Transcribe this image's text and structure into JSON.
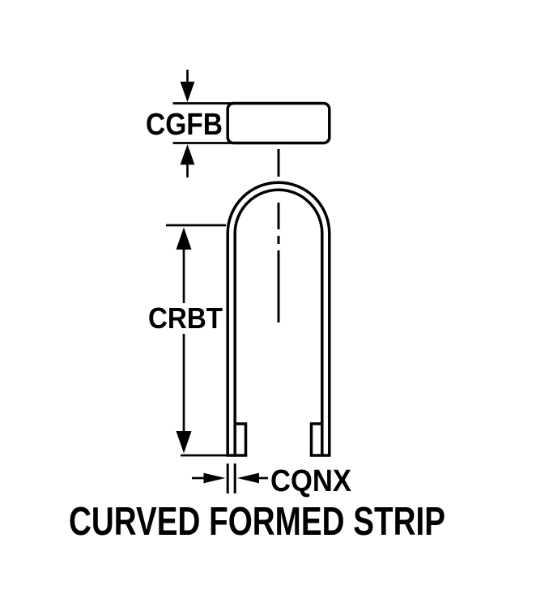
{
  "diagram": {
    "title": "CURVED FORMED STRIP",
    "dimensions": {
      "cgfb": "CGFB",
      "crbt": "CRBT",
      "cqnx": "CQNX"
    },
    "colors": {
      "line": "#000000",
      "background": "#ffffff"
    }
  }
}
